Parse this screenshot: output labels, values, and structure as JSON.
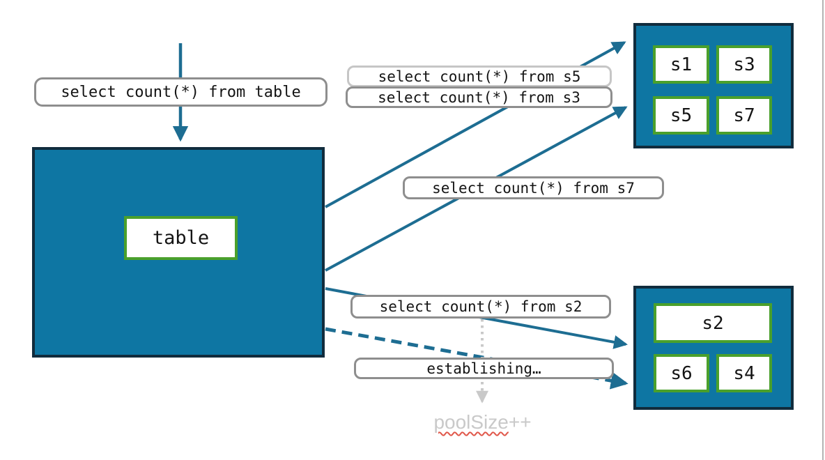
{
  "queries": {
    "table": "select count(*) from table",
    "s5": "select count(*) from s5",
    "s3": "select count(*) from s3",
    "s7": "select count(*) from s7",
    "s2": "select count(*) from s2",
    "establishing": "establishing…"
  },
  "table_box": {
    "label": "table"
  },
  "shards": {
    "top": [
      "s1",
      "s3",
      "s5",
      "s7"
    ],
    "bottom": [
      "s2",
      "s6",
      "s4"
    ]
  },
  "annotation": {
    "word": "poolSize",
    "suffix": "++"
  },
  "colors": {
    "teal_fill": "#0e76a3",
    "navy_border": "#112c3d",
    "arrow_teal": "#1d6d92",
    "green_border": "#4aa02c",
    "label_border": "#8e8e8e",
    "label_border_light": "#c6c6c6",
    "muted_text": "#c9c9c9",
    "spellcheck_red": "#e0574a",
    "text": "#141414"
  }
}
